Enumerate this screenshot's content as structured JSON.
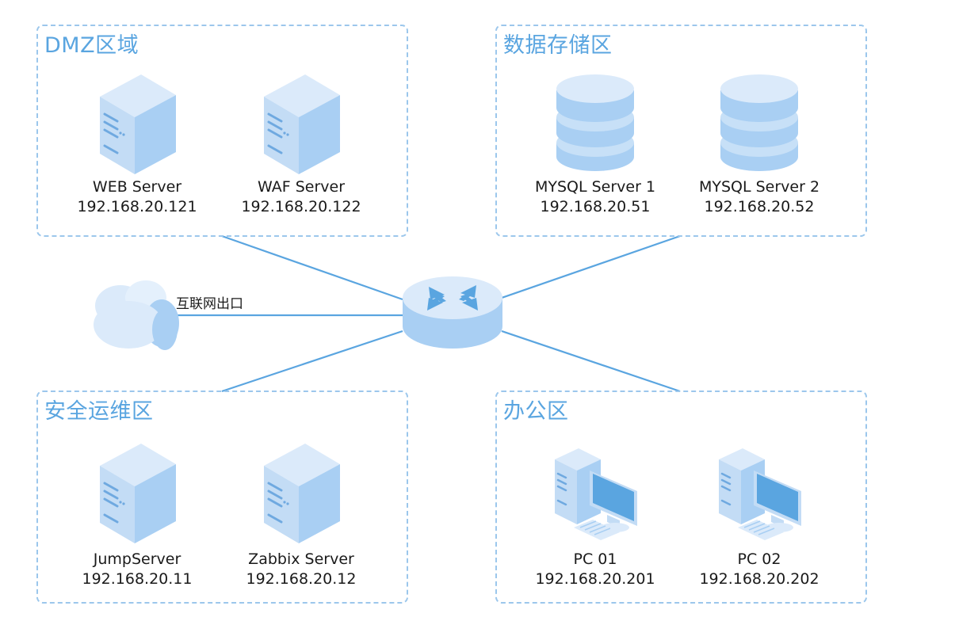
{
  "zones": {
    "dmz": {
      "title": "DMZ区域"
    },
    "storage": {
      "title": "数据存储区"
    },
    "ops": {
      "title": "安全运维区"
    },
    "office": {
      "title": "办公区"
    }
  },
  "devices": {
    "web": {
      "name": "WEB Server",
      "ip": "192.168.20.121",
      "icon": "server-icon"
    },
    "waf": {
      "name": "WAF Server",
      "ip": "192.168.20.122",
      "icon": "server-icon"
    },
    "mysql1": {
      "name": "MYSQL Server 1",
      "ip": "192.168.20.51",
      "icon": "database-icon"
    },
    "mysql2": {
      "name": "MYSQL Server 2",
      "ip": "192.168.20.52",
      "icon": "database-icon"
    },
    "jump": {
      "name": "JumpServer",
      "ip": "192.168.20.11",
      "icon": "server-icon"
    },
    "zabbix": {
      "name": "Zabbix Server",
      "ip": "192.168.20.12",
      "icon": "server-icon"
    },
    "pc1": {
      "name": "PC 01",
      "ip": "192.168.20.201",
      "icon": "desktop-pc-icon"
    },
    "pc2": {
      "name": "PC 02",
      "ip": "192.168.20.202",
      "icon": "desktop-pc-icon"
    }
  },
  "internet": {
    "label": "互联网出口",
    "icon": "cloud-icon"
  },
  "core": {
    "icon": "router-icon"
  },
  "colors": {
    "border": "#9cc7ec",
    "title": "#5aa5e0",
    "line": "#5aa5e0",
    "icon_light": "#dbeafa",
    "icon_mid": "#a9cff3",
    "icon_dark": "#7fb7ea",
    "screen": "#5aa5e0"
  }
}
